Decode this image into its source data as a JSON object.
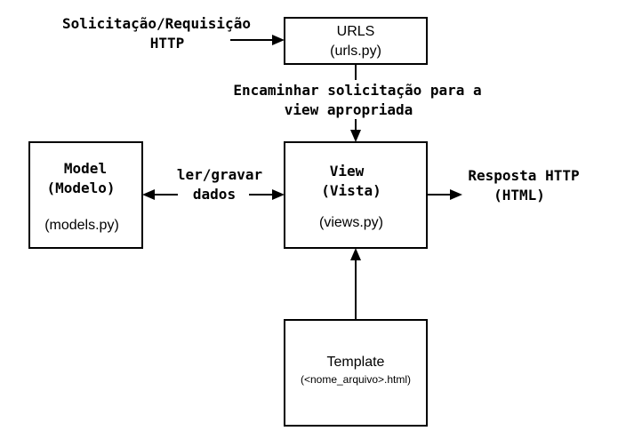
{
  "request": {
    "line1": "Solicitação/Requisição",
    "line2": "HTTP"
  },
  "urls": {
    "title": "URLS",
    "file": "(urls.py)"
  },
  "forward": {
    "line1": "Encaminhar solicitação para a",
    "line2": "view apropriada"
  },
  "model": {
    "title": "Model",
    "subtitle": "(Modelo)",
    "file": "(models.py)"
  },
  "readwrite": {
    "line1": "ler/gravar",
    "line2": "dados"
  },
  "view": {
    "title": "View",
    "subtitle": "(Vista)",
    "file": "(views.py)"
  },
  "response": {
    "line1": "Resposta HTTP",
    "line2": "(HTML)"
  },
  "template": {
    "title": "Template",
    "file": "(<nome_arquivo>.html)"
  }
}
